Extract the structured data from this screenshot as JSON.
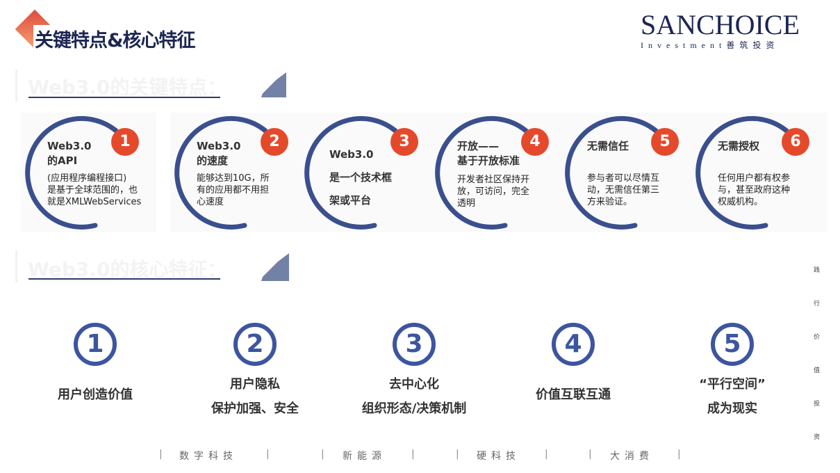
{
  "header": {
    "title": "关键特点&核心特征",
    "logo_main": "SANCHOICE",
    "logo_sub": "Investment善筑投资"
  },
  "sections": {
    "key_features": "Web3.0的关键特点：",
    "core_features": "Web3.0的核心特征："
  },
  "colors": {
    "ring": "#3a4f8e",
    "badge": "#e5492b",
    "number": "#3d55a0",
    "title": "#1c2653"
  },
  "cards": [
    {
      "num": "1",
      "title": [
        "Web3.0",
        "的API"
      ],
      "desc": [
        "(应用程序编程接口)",
        "是基于全球范围的，也",
        "就是XMLWebServices"
      ]
    },
    {
      "num": "2",
      "title": [
        "Web3.0",
        "的速度"
      ],
      "desc": [
        "能够达到10G，所",
        "有的应用都不用担",
        "心速度"
      ]
    },
    {
      "num": "3",
      "title": [
        "Web3.0",
        "是一个技术框",
        "架或平台"
      ],
      "desc": []
    },
    {
      "num": "4",
      "title": [
        "开放——",
        "基于开放标准"
      ],
      "desc": [
        "开发者社区保持开",
        "放，可访问，完全",
        "透明"
      ]
    },
    {
      "num": "5",
      "title": [
        "无需信任"
      ],
      "desc": [
        "参与者可以尽情互",
        "动，无需信任第三",
        "方来验证。"
      ]
    },
    {
      "num": "6",
      "title": [
        "无需授权"
      ],
      "desc": [
        "任何用户都有权参",
        "与，甚至政府这种",
        "权威机构。"
      ]
    }
  ],
  "core": [
    {
      "num": "1",
      "lines": [
        "用户创造价值"
      ]
    },
    {
      "num": "2",
      "lines": [
        "用户隐私",
        "保护加强、安全"
      ]
    },
    {
      "num": "3",
      "lines": [
        "去中心化",
        "组织形态/决策机制"
      ]
    },
    {
      "num": "4",
      "lines": [
        "价值互联互通"
      ]
    },
    {
      "num": "5",
      "lines": [
        "“平行空间”",
        "成为现实"
      ]
    }
  ],
  "footer": [
    "数字科技",
    "新能源",
    "硬科技",
    "大消费"
  ],
  "side_text": [
    "践",
    "行",
    "价",
    "值",
    "投",
    "资"
  ]
}
